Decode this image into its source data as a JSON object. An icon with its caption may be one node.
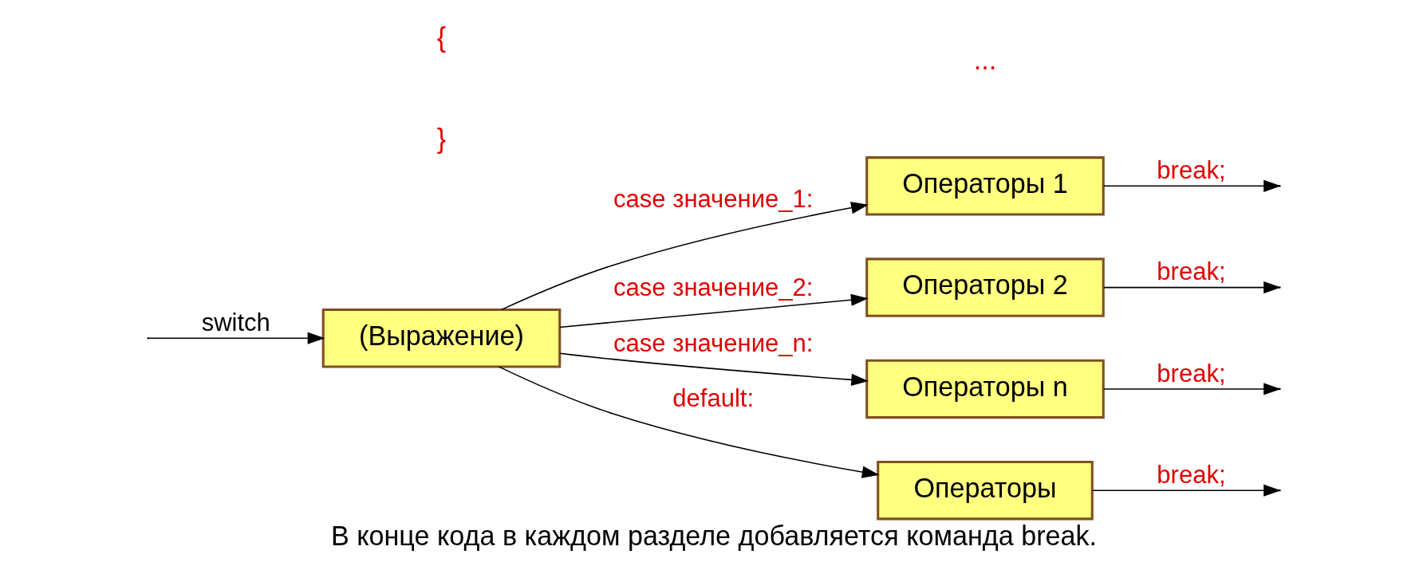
{
  "diagram": {
    "caption": "В конце кода в каждом разделе добавляется команда break.",
    "nodes": [
      {
        "text": [
          "(Выражение)"
        ]
      },
      {
        "text": [
          "Операторы 1"
        ]
      },
      {
        "text": [
          "Операторы 2"
        ]
      },
      {
        "text": [
          "Операторы n"
        ]
      },
      {
        "text": [
          "Операторы"
        ]
      }
    ],
    "edges": [
      {
        "from": null,
        "to": 0,
        "arrow": "to",
        "label": "switch"
      },
      {
        "from": 0,
        "to": 1,
        "arrow": "to",
        "label": "case значение_1:"
      },
      {
        "from": 0,
        "to": 2,
        "arrow": "to",
        "label": "case значение_2:"
      },
      {
        "from": 0,
        "to": 3,
        "arrow": "to",
        "label": "case значение_n:"
      },
      {
        "from": 0,
        "to": 4,
        "arrow": "to",
        "label": "default:"
      },
      {
        "from": 1,
        "to": null,
        "arrow": "to",
        "label": "break;"
      },
      {
        "from": 2,
        "to": null,
        "arrow": "to",
        "label": "break;"
      },
      {
        "from": 3,
        "to": null,
        "arrow": "to",
        "label": "break;"
      },
      {
        "from": 4,
        "to": null,
        "arrow": "to",
        "label": "break;"
      }
    ],
    "labels": [
      "{",
      "...",
      "}"
    ]
  }
}
